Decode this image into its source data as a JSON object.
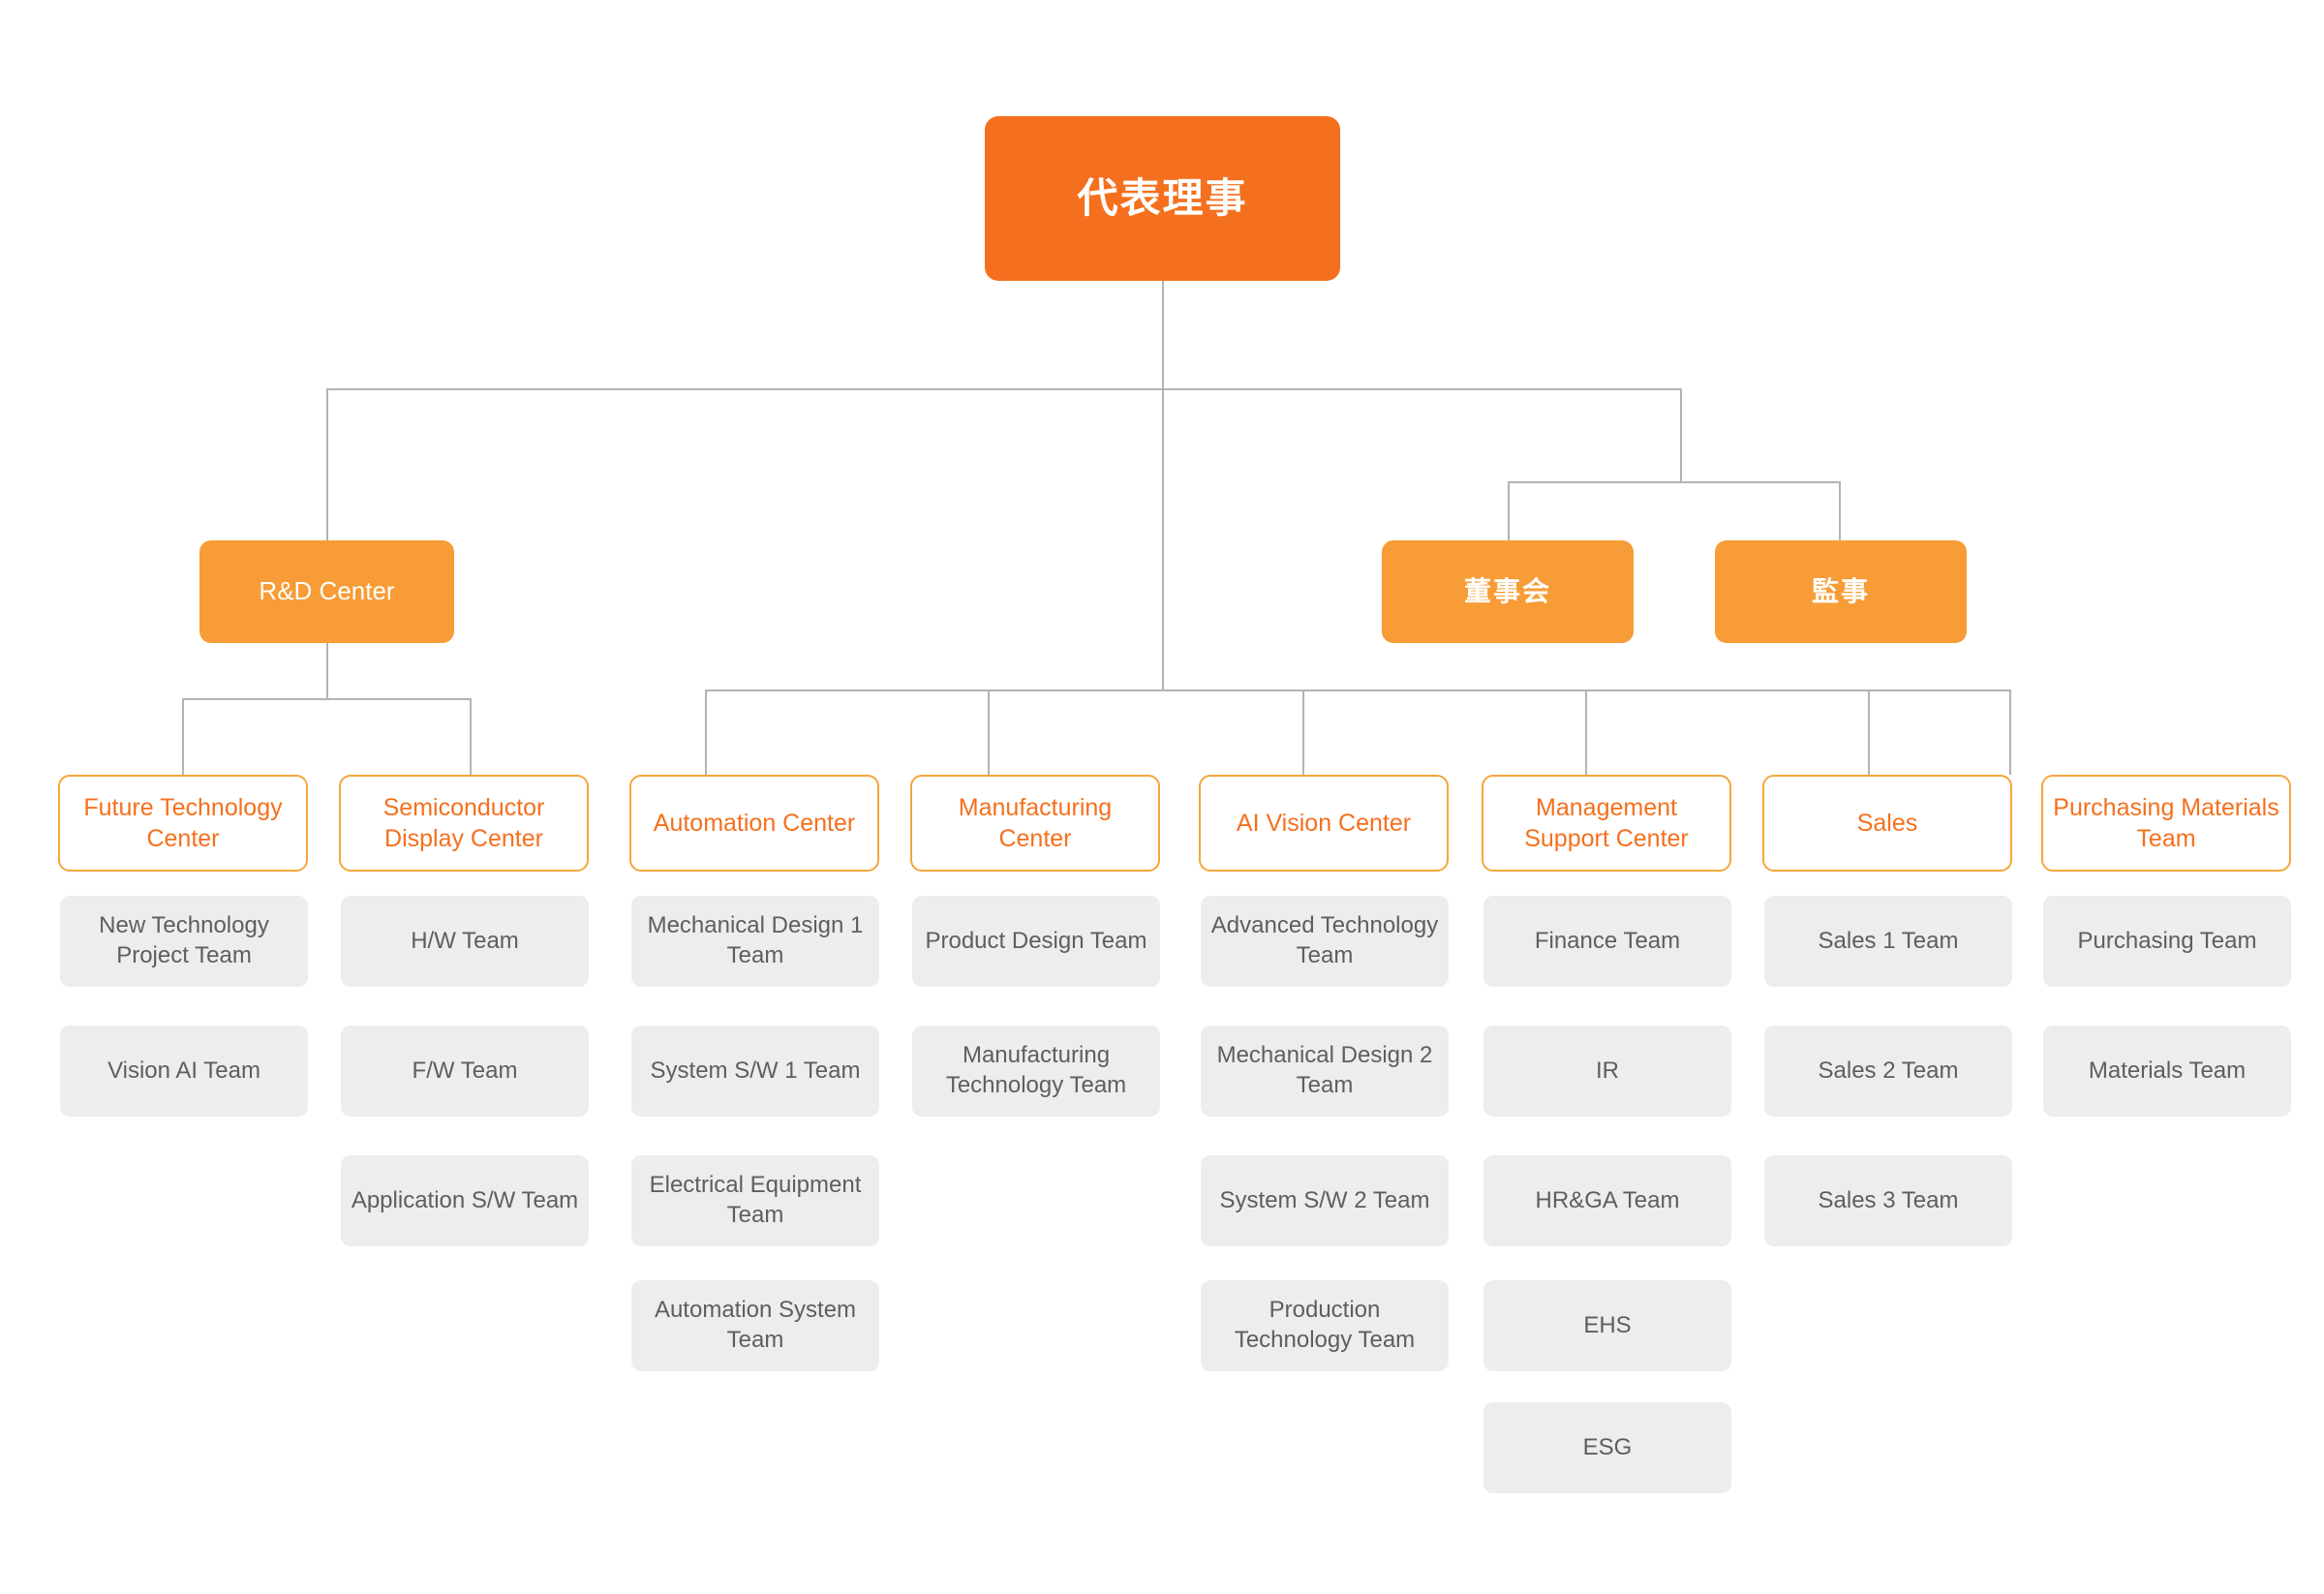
{
  "meta": {
    "title": "Organization Chart",
    "colors": {
      "root_fill": "#F4701E",
      "division_fill": "#F79C36",
      "center_border": "#F5A63C",
      "center_text": "#F4701E",
      "team_fill": "#EDEDED",
      "team_text": "#5E5E5E",
      "connector": "#B3B3B3",
      "background": "#FFFFFF"
    }
  },
  "root": {
    "label": "代表理事"
  },
  "divisions": [
    {
      "label": "R&D Center"
    },
    {
      "label": "董事会"
    },
    {
      "label": "監事"
    }
  ],
  "columns": [
    {
      "center": "Future Technology Center",
      "teams": [
        "New Technology Project Team",
        "Vision AI Team"
      ]
    },
    {
      "center": "Semiconductor Display Center",
      "teams": [
        "H/W Team",
        "F/W Team",
        "Application S/W Team"
      ]
    },
    {
      "center": "Automation Center",
      "teams": [
        "Mechanical Design 1 Team",
        "System S/W 1 Team",
        "Electrical Equipment Team",
        "Automation System Team"
      ]
    },
    {
      "center": "Manufacturing Center",
      "teams": [
        "Product Design Team",
        "Manufacturing Technology Team"
      ]
    },
    {
      "center": "AI Vision Center",
      "teams": [
        "Advanced Technology Team",
        "Mechanical Design 2 Team",
        "System S/W 2 Team",
        "Production Technology Team"
      ]
    },
    {
      "center": "Management Support Center",
      "teams": [
        "Finance Team",
        "IR",
        "HR&GA Team",
        "EHS",
        "ESG"
      ]
    },
    {
      "center": "Sales",
      "teams": [
        "Sales 1 Team",
        "Sales 2 Team",
        "Sales 3 Team"
      ]
    },
    {
      "center": "Purchasing Materials Team",
      "teams": [
        "Purchasing Team",
        "Materials Team"
      ]
    }
  ]
}
